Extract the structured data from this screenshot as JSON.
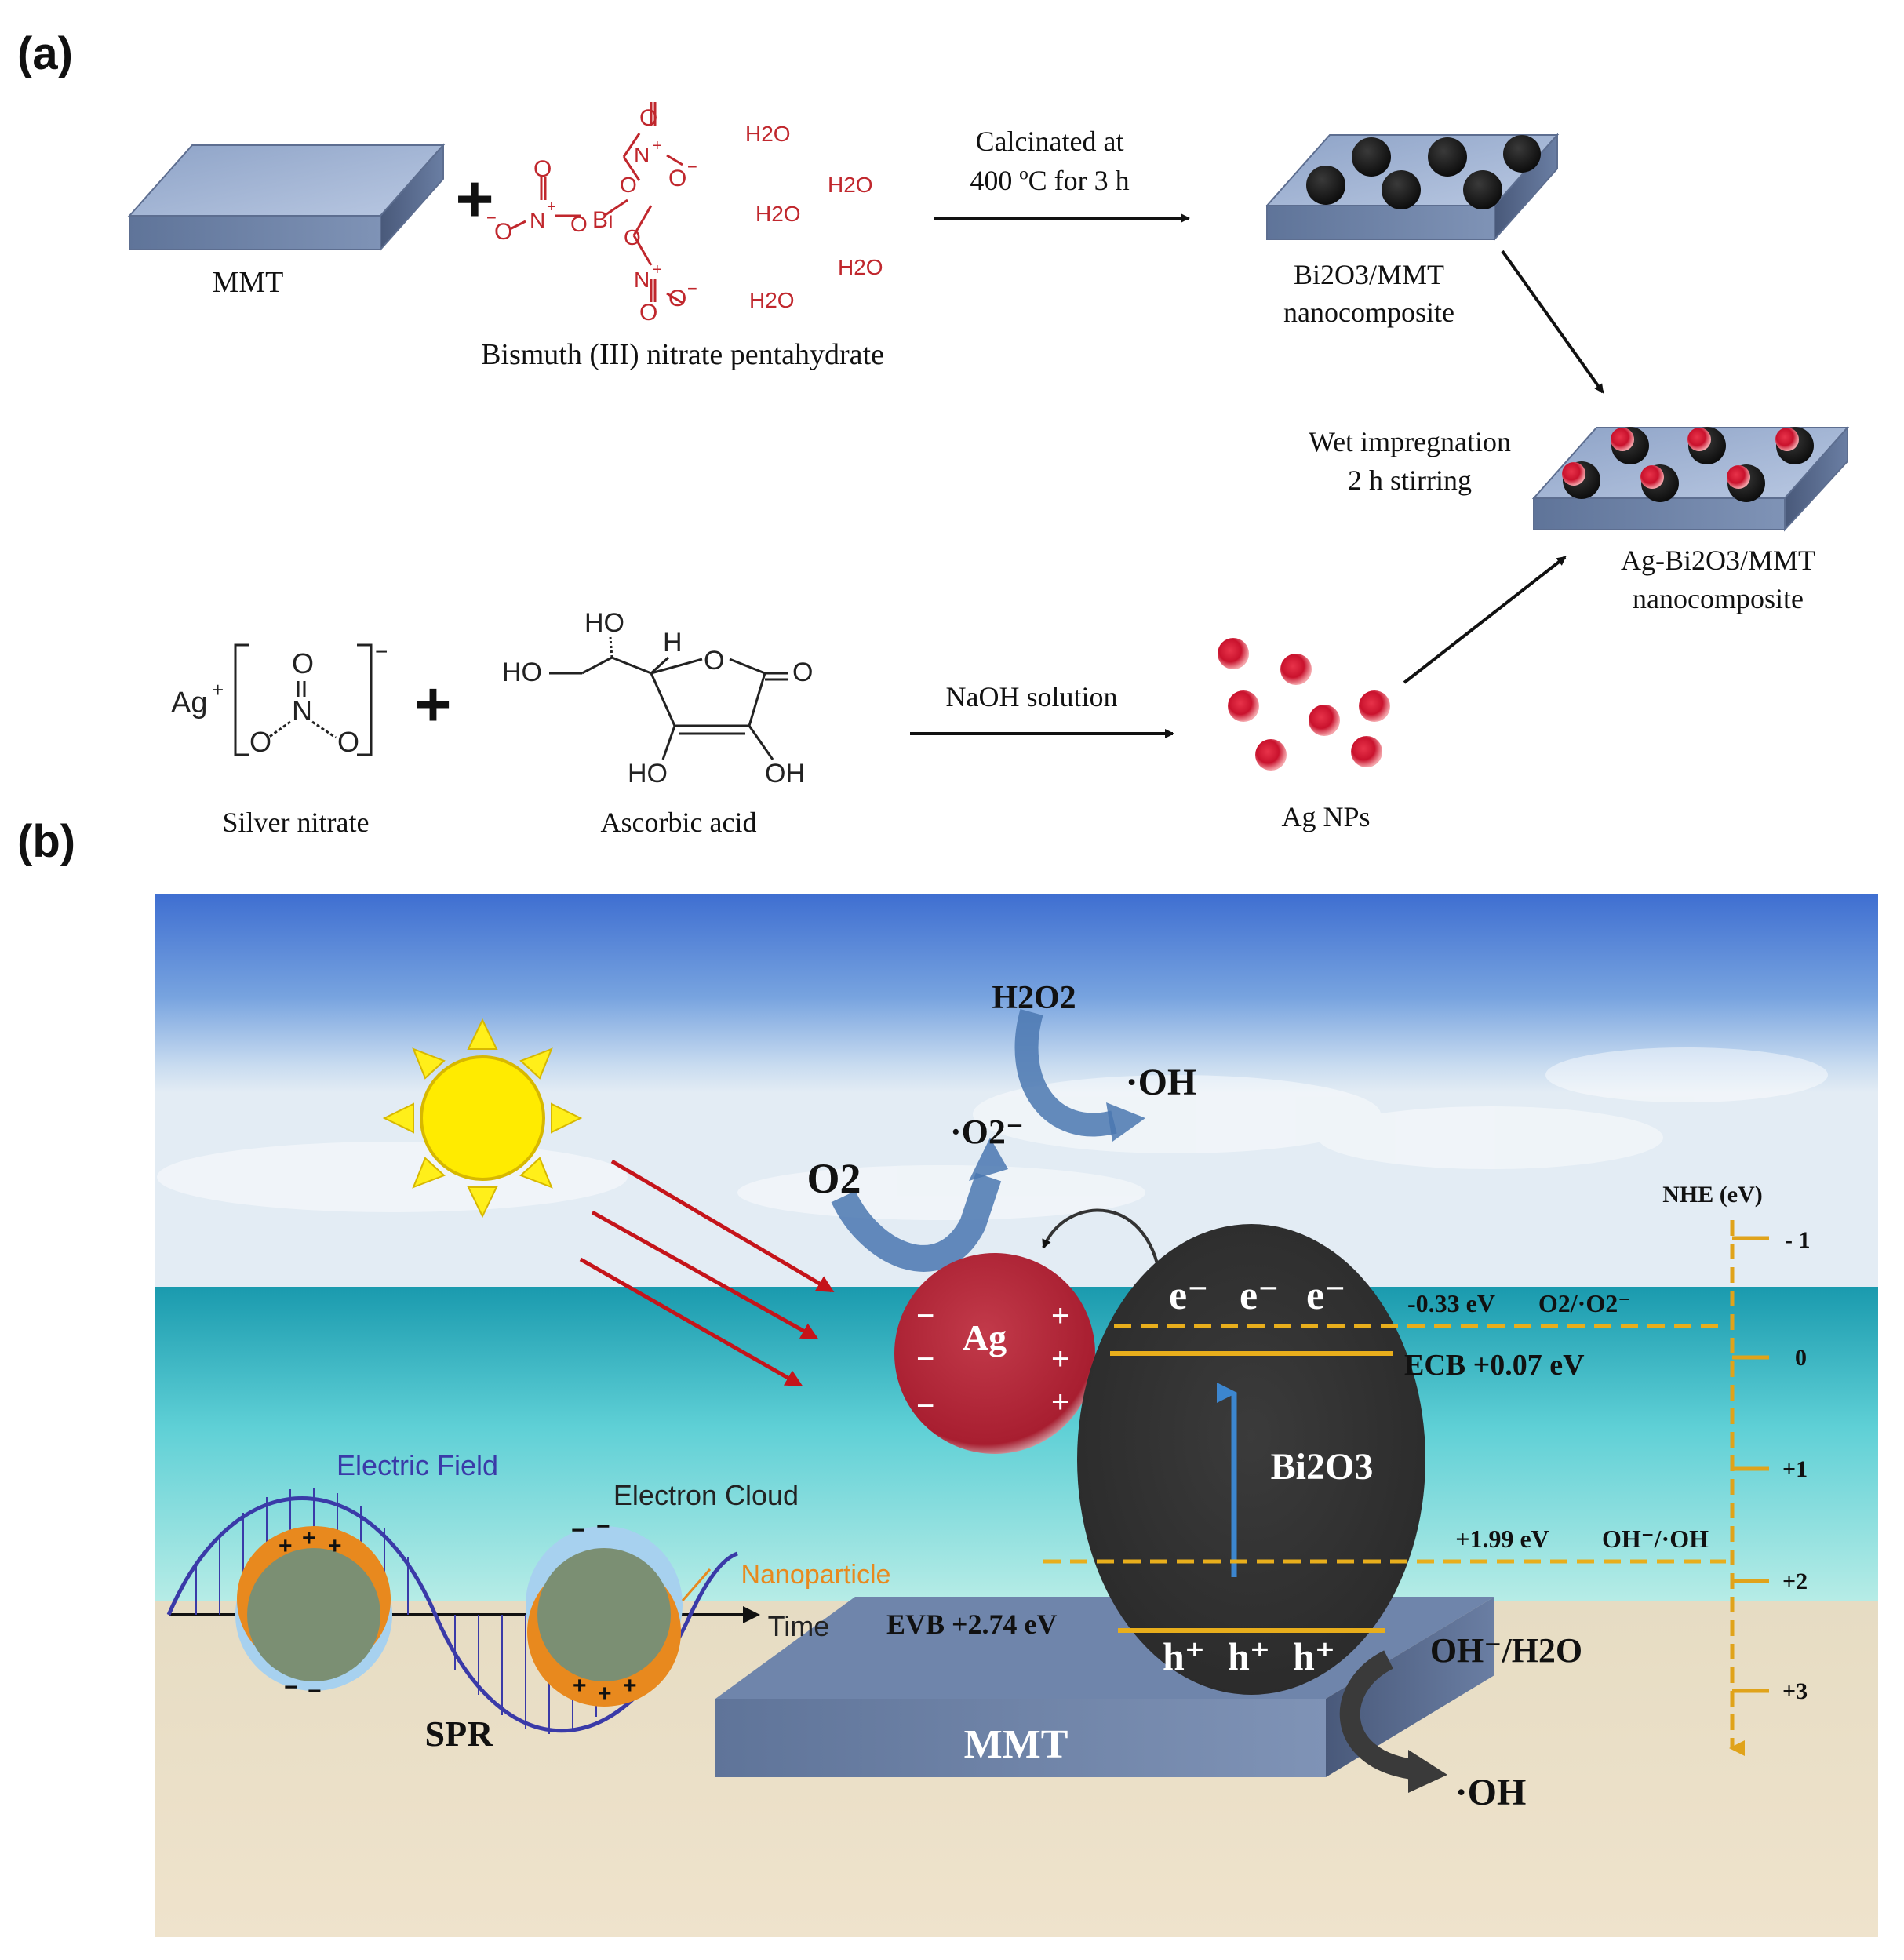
{
  "panel_a": {
    "label": "(a)",
    "mmt_label": "MMT",
    "bismuth_label": "Bismuth (III) nitrate pentahydrate",
    "water": "H2O",
    "nitrate_atoms": {
      "o": "O",
      "n": "N",
      "bi": "Bi",
      "plus": "+",
      "minus": "−"
    },
    "calcination_line1": "Calcinated at",
    "calcination_line2": "400 ºC for 3 h",
    "bi2o3_mmt_line1": "Bi2O3/MMT",
    "bi2o3_mmt_line2": "nanocomposite",
    "wet_line1": "Wet impregnation",
    "wet_line2": "2 h stirring",
    "ag_bi2o3_line1": "Ag-Bi2O3/MMT",
    "ag_bi2o3_line2": "nanocomposite",
    "silver_nitrate_label": "Silver nitrate",
    "ascorbic_acid_label": "Ascorbic acid",
    "naoh_label": "NaOH solution",
    "agnps_label": "Ag NPs",
    "ag_ion": "Ag",
    "ascorbic_groups": {
      "ho": "HO",
      "oh": "OH",
      "h": "H",
      "o": "O"
    },
    "plus": "+"
  },
  "panel_b": {
    "label": "(b)",
    "h2o2": "H2O2",
    "oh_radical": "·OH",
    "o2_radical": "·O2⁻",
    "o2": "O2",
    "ag": "Ag",
    "bi2o3": "Bi2O3",
    "electron": "e⁻",
    "hole": "h⁺",
    "cb_potential": "-0.33 eV",
    "cb_couple": "O2/·O2⁻",
    "ecb": "ECB  +0.07 eV",
    "vb_potential": "+1.99 eV",
    "vb_couple": "OH⁻/·OH",
    "evb": "EVB  +2.74 eV",
    "oh_h2o": "OH⁻/H2O",
    "oh_bottom": "·OH",
    "mmt": "MMT",
    "spr": "SPR",
    "electric_field": "Electric Field",
    "electron_cloud": "Electron Cloud",
    "nanoparticle": "Nanoparticle",
    "time": "Time",
    "nhe_title": "NHE (eV)",
    "nhe_ticks": [
      "- 1",
      "0",
      "+1",
      "+2",
      "+3"
    ]
  }
}
